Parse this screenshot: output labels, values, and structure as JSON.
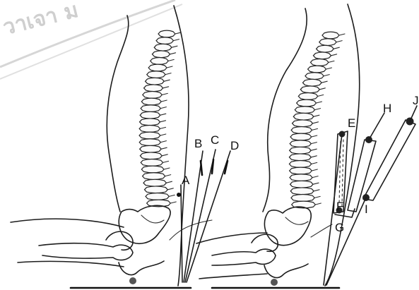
{
  "watermark": {
    "text": "วาเจา ม"
  },
  "left_figure": {
    "labels": {
      "A": "A",
      "B": "B",
      "C": "C",
      "D": "D"
    }
  },
  "right_figure": {
    "labels": {
      "E": "E",
      "F": "F",
      "G": "G",
      "H": "H",
      "I": "I",
      "J": "J"
    }
  },
  "colors": {
    "ink": "#1c1c1c",
    "background": "#ffffff",
    "watermark": "#cfcfcf"
  }
}
